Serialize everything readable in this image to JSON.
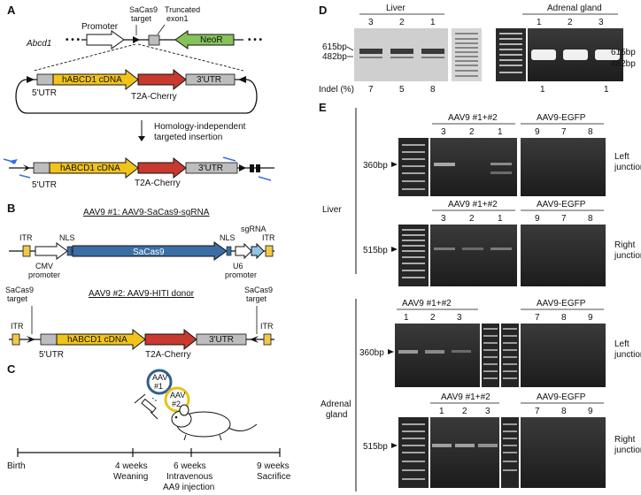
{
  "panel_A": {
    "letter": "A",
    "gene": "Abcd1",
    "promoter": "Promoter",
    "sacas9_target": [
      "SaCas9",
      "target"
    ],
    "truncated_exon": [
      "Truncated",
      "exon1"
    ],
    "neor": "NeoR",
    "utr5": "5'UTR",
    "cdna": "hABCD1 cDNA",
    "t2a": "T2A-Cherry",
    "utr3": "3'UTR",
    "hiti_label": [
      "Homology-independent",
      "targeted insertion"
    ]
  },
  "panel_B": {
    "letter": "B",
    "aav1_title": "AAV9 #1: AAV9-SaCas9-sgRNA",
    "itr": "ITR",
    "nls": "NLS",
    "sacas9": "SaCas9",
    "sgrna": "sgRNA",
    "cmv": [
      "CMV",
      "promoter"
    ],
    "u6": [
      "U6",
      "promoter"
    ],
    "aav2_title": "AAV9 #2: AAV9-HITI donor",
    "sacas9_target": [
      "SaCas9",
      "target"
    ],
    "utr5": "5'UTR",
    "cdna": "hABCD1 cDNA",
    "t2a": "T2A-Cherry",
    "utr3": "3'UTR"
  },
  "panel_C": {
    "letter": "C",
    "aav1": [
      "AAV",
      "#1"
    ],
    "aav2": [
      "AAV",
      "#2"
    ],
    "timeline": [
      {
        "title": "Birth",
        "sub": ""
      },
      {
        "title": "4 weeks",
        "sub": "Weaning"
      },
      {
        "title": "6 weeks",
        "sub": "Intravenous"
      },
      {
        "title": "9 weeks",
        "sub": "Sacrifice"
      }
    ],
    "injection": "AA9 injection",
    "colors": {
      "aav1_ring": "#2f5f8f",
      "aav2_ring": "#e8c21a"
    }
  },
  "panel_D": {
    "letter": "D",
    "liver_title": "Liver",
    "adrenal_title": "Adrenal gland",
    "liver_lanes": [
      "3",
      "2",
      "1"
    ],
    "adrenal_lanes": [
      "1",
      "2",
      "3"
    ],
    "bp615": "615bp",
    "bp482": "482bp",
    "indel_label": "Indel (%)",
    "liver_indel": [
      "7",
      "5",
      "8"
    ],
    "adrenal_indel": [
      "1",
      "",
      "1"
    ]
  },
  "panel_E": {
    "letter": "E",
    "tissue_liver": "Liver",
    "tissue_adrenal": [
      "Adrenal",
      "gland"
    ],
    "group_aav": "AAV9 #1+#2",
    "group_egfp": "AAV9-EGFP",
    "liver_aav_lanes": [
      "3",
      "2",
      "1"
    ],
    "adrenal_aav_lanes": [
      "1",
      "2",
      "3"
    ],
    "egfp_lanes_liver": [
      "9",
      "7",
      "8"
    ],
    "egfp_lanes_adrenal": [
      "7",
      "8",
      "9"
    ],
    "bp360": "360bp",
    "bp515": "515bp",
    "left_junction": [
      "Left",
      "junction"
    ],
    "right_junction": [
      "Right",
      "junction"
    ]
  },
  "colors": {
    "cdna": "#f2c31a",
    "t2a": "#c8392e",
    "neor": "#86c35a",
    "sacas9": "#3a6ea5",
    "utr": "#bdbdbd",
    "itr": "#f0c94a",
    "gel": "#2a2a2a"
  }
}
